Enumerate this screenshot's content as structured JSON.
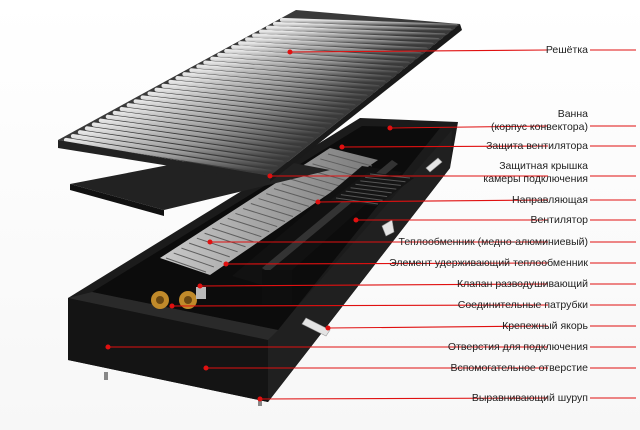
{
  "labels": [
    {
      "id": "grille",
      "lines": [
        "Решётка"
      ]
    },
    {
      "id": "tray",
      "lines": [
        "Ванна",
        "(корпус конвектора)"
      ]
    },
    {
      "id": "fan-guard",
      "lines": [
        "Защита вентилятора"
      ]
    },
    {
      "id": "chamber-cover",
      "lines": [
        "Защитная крышка",
        "камеры подключения"
      ]
    },
    {
      "id": "guide",
      "lines": [
        "Направляющая"
      ]
    },
    {
      "id": "fan",
      "lines": [
        "Вентилятор"
      ]
    },
    {
      "id": "heat-exchanger",
      "lines": [
        "Теплообменник (медно-алюминиевый)"
      ]
    },
    {
      "id": "exchanger-holder",
      "lines": [
        "Элемент удерживающий теплообменник"
      ]
    },
    {
      "id": "air-valve",
      "lines": [
        "Клапан разводушивающий"
      ]
    },
    {
      "id": "connection-pipes",
      "lines": [
        "Соединительные патрубки"
      ]
    },
    {
      "id": "anchor",
      "lines": [
        "Крепежный якорь"
      ]
    },
    {
      "id": "connection-holes",
      "lines": [
        "Отверстия для подключения"
      ]
    },
    {
      "id": "aux-hole",
      "lines": [
        "Вспомогательное отверстие"
      ]
    },
    {
      "id": "leveling-screw",
      "lines": [
        "Выравнивающий шуруп"
      ]
    }
  ],
  "colors": {
    "leader": "#e01010",
    "body": "#1c1c1c",
    "metal": "#9a9a9a",
    "brass": "#b8862c"
  }
}
